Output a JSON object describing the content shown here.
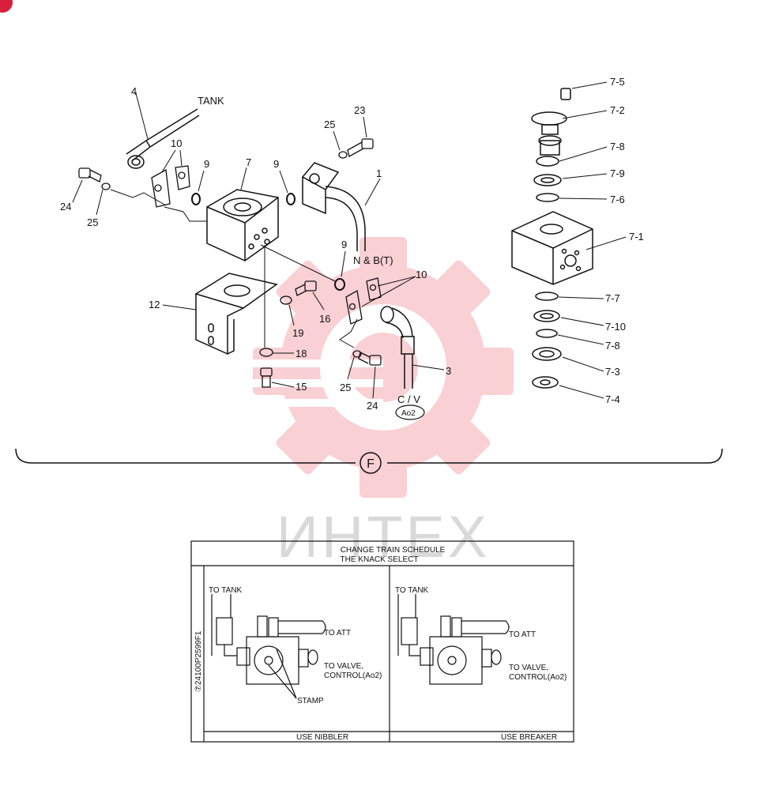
{
  "watermark": {
    "text": "ИНТЕХ",
    "color": "#e8303a"
  },
  "section_mark": "F",
  "callouts": {
    "tank": "TANK",
    "nbt": "N & B(T)",
    "cv": "C / V",
    "ao2": "Ao2",
    "n1": "1",
    "n3": "3",
    "n4": "4",
    "n7": "7",
    "n9a": "9",
    "n9b": "9",
    "n9c": "9",
    "n10a": "10",
    "n10b": "10",
    "n12": "12",
    "n15": "15",
    "n16": "16",
    "n18": "18",
    "n19": "19",
    "n23": "23",
    "n24a": "24",
    "n24b": "24",
    "n25a": "25",
    "n25b": "25",
    "n25c": "25",
    "p75": "7-5",
    "p72": "7-2",
    "p78a": "7-8",
    "p79": "7-9",
    "p76": "7-6",
    "p71": "7-1",
    "p77": "7-7",
    "p710": "7-10",
    "p78b": "7-8",
    "p73": "7-3",
    "p74": "7-4"
  },
  "inset": {
    "title_line1": "CHANGE TRAIN SCHEDULE",
    "title_line2": "THE KNACK SELECT",
    "drawing_no": "⑦24100P2599F1",
    "left": {
      "to_tank": "TO TANK",
      "to_att": "TO ATT",
      "to_valve": "TO VALVE,",
      "control": "CONTROL(Ao2)",
      "stamp": "STAMP",
      "footer": "USE NIBBLER"
    },
    "right": {
      "to_tank": "TO TANK",
      "to_att": "TO ATT",
      "to_valve": "TO VALVE,",
      "control": "CONTROL(Ao2)",
      "footer": "USE BREAKER"
    }
  }
}
